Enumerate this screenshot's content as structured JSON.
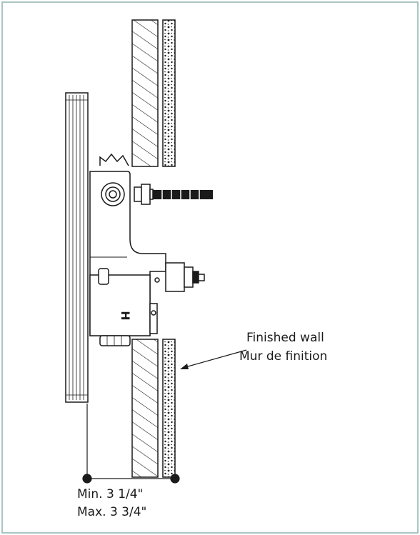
{
  "diagram": {
    "label_wall_en": "Finished wall",
    "label_wall_fr": "Mur de finition",
    "valve_letter": "H",
    "dimension_min": "Min. 3 1/4\"",
    "dimension_max": "Max. 3 3/4\""
  },
  "colors": {
    "frame": "#8fb3ae",
    "stroke": "#1a1a1a"
  }
}
